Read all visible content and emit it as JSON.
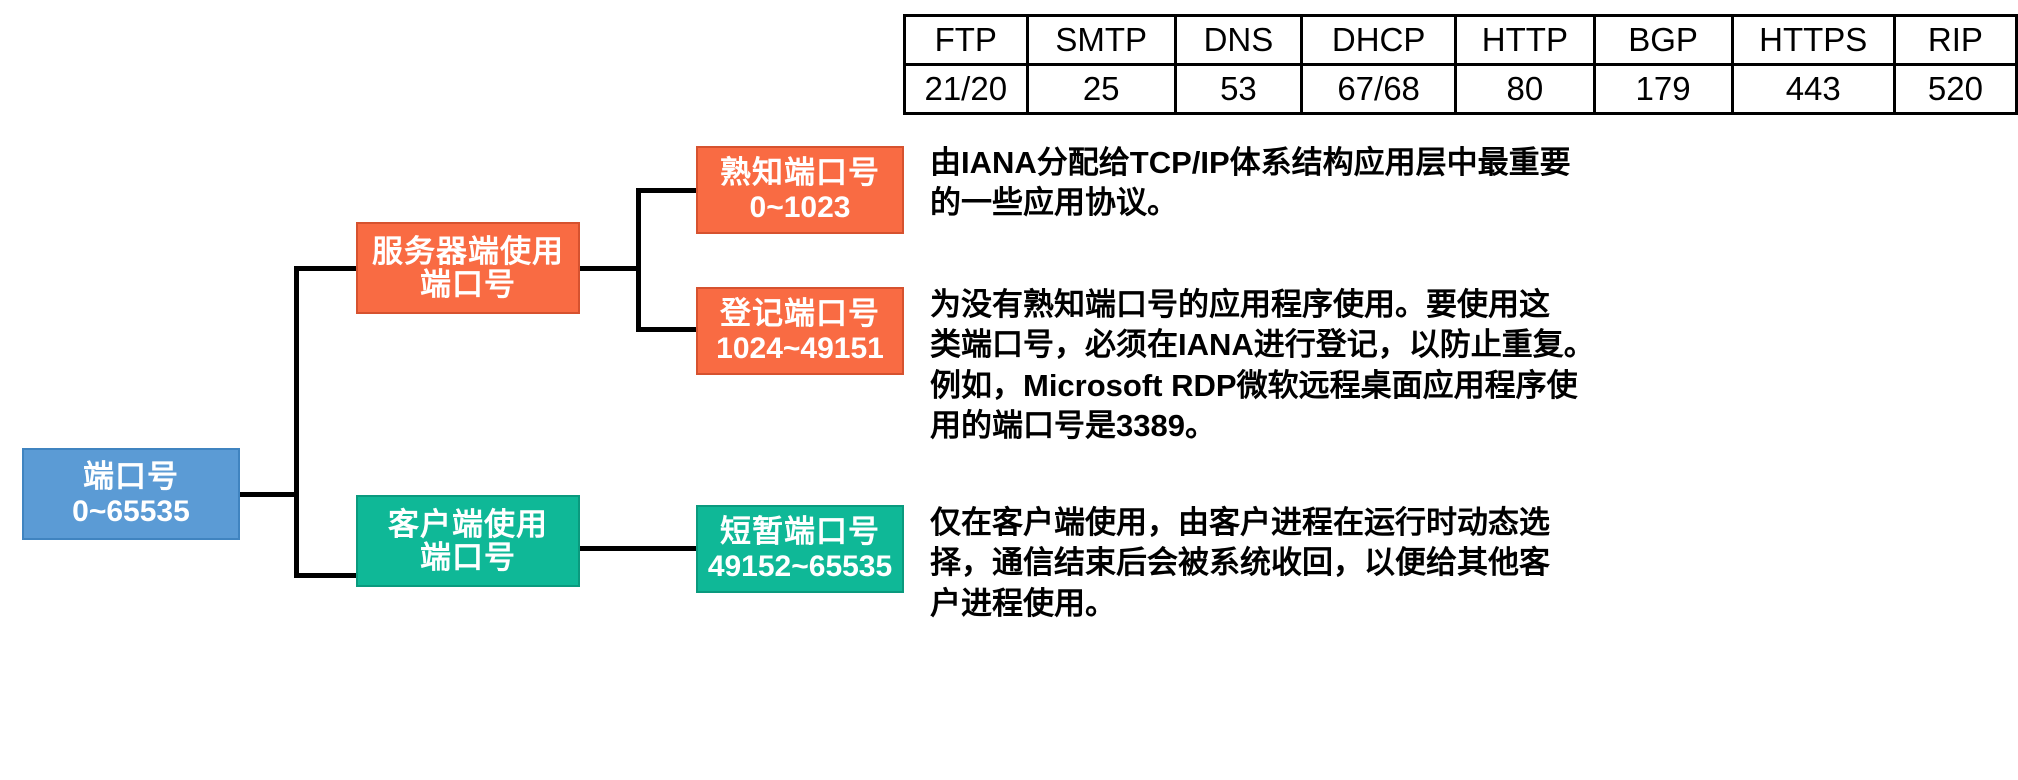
{
  "table": {
    "name": "well-known-protocol-port-table",
    "columns": [
      "FTP",
      "SMTP",
      "DNS",
      "DHCP",
      "HTTP",
      "BGP",
      "HTTPS",
      "RIP"
    ],
    "ports": [
      "21/20",
      "25",
      "53",
      "67/68",
      "80",
      "179",
      "443",
      "520"
    ]
  },
  "tree": {
    "root": {
      "title": "端口号",
      "range": "0~65535",
      "color": "#5B9BD5"
    },
    "server": {
      "title_line1": "服务器端使用",
      "title_line2": "端口号",
      "color": "#F96B43"
    },
    "client": {
      "title_line1": "客户端使用",
      "title_line2": "端口号",
      "color": "#0FB897"
    },
    "wellknown": {
      "title": "熟知端口号",
      "range": "0~1023",
      "color": "#F96B43",
      "description": "由IANA分配给TCP/IP体系结构应用层中最重要\n的一些应用协议。"
    },
    "registered": {
      "title": "登记端口号",
      "range": "1024~49151",
      "color": "#F96B43",
      "description": "为没有熟知端口号的应用程序使用。要使用这\n类端口号，必须在IANA进行登记，以防止重复。\n例如，Microsoft RDP微软远程桌面应用程序使\n用的端口号是3389。"
    },
    "ephemeral": {
      "title": "短暂端口号",
      "range": "49152~65535",
      "color": "#0FB897",
      "description": "仅在客户端使用，由客户进程在运行时动态选\n择，通信结束后会被系统收回，以便给其他客\n户进程使用。"
    }
  }
}
